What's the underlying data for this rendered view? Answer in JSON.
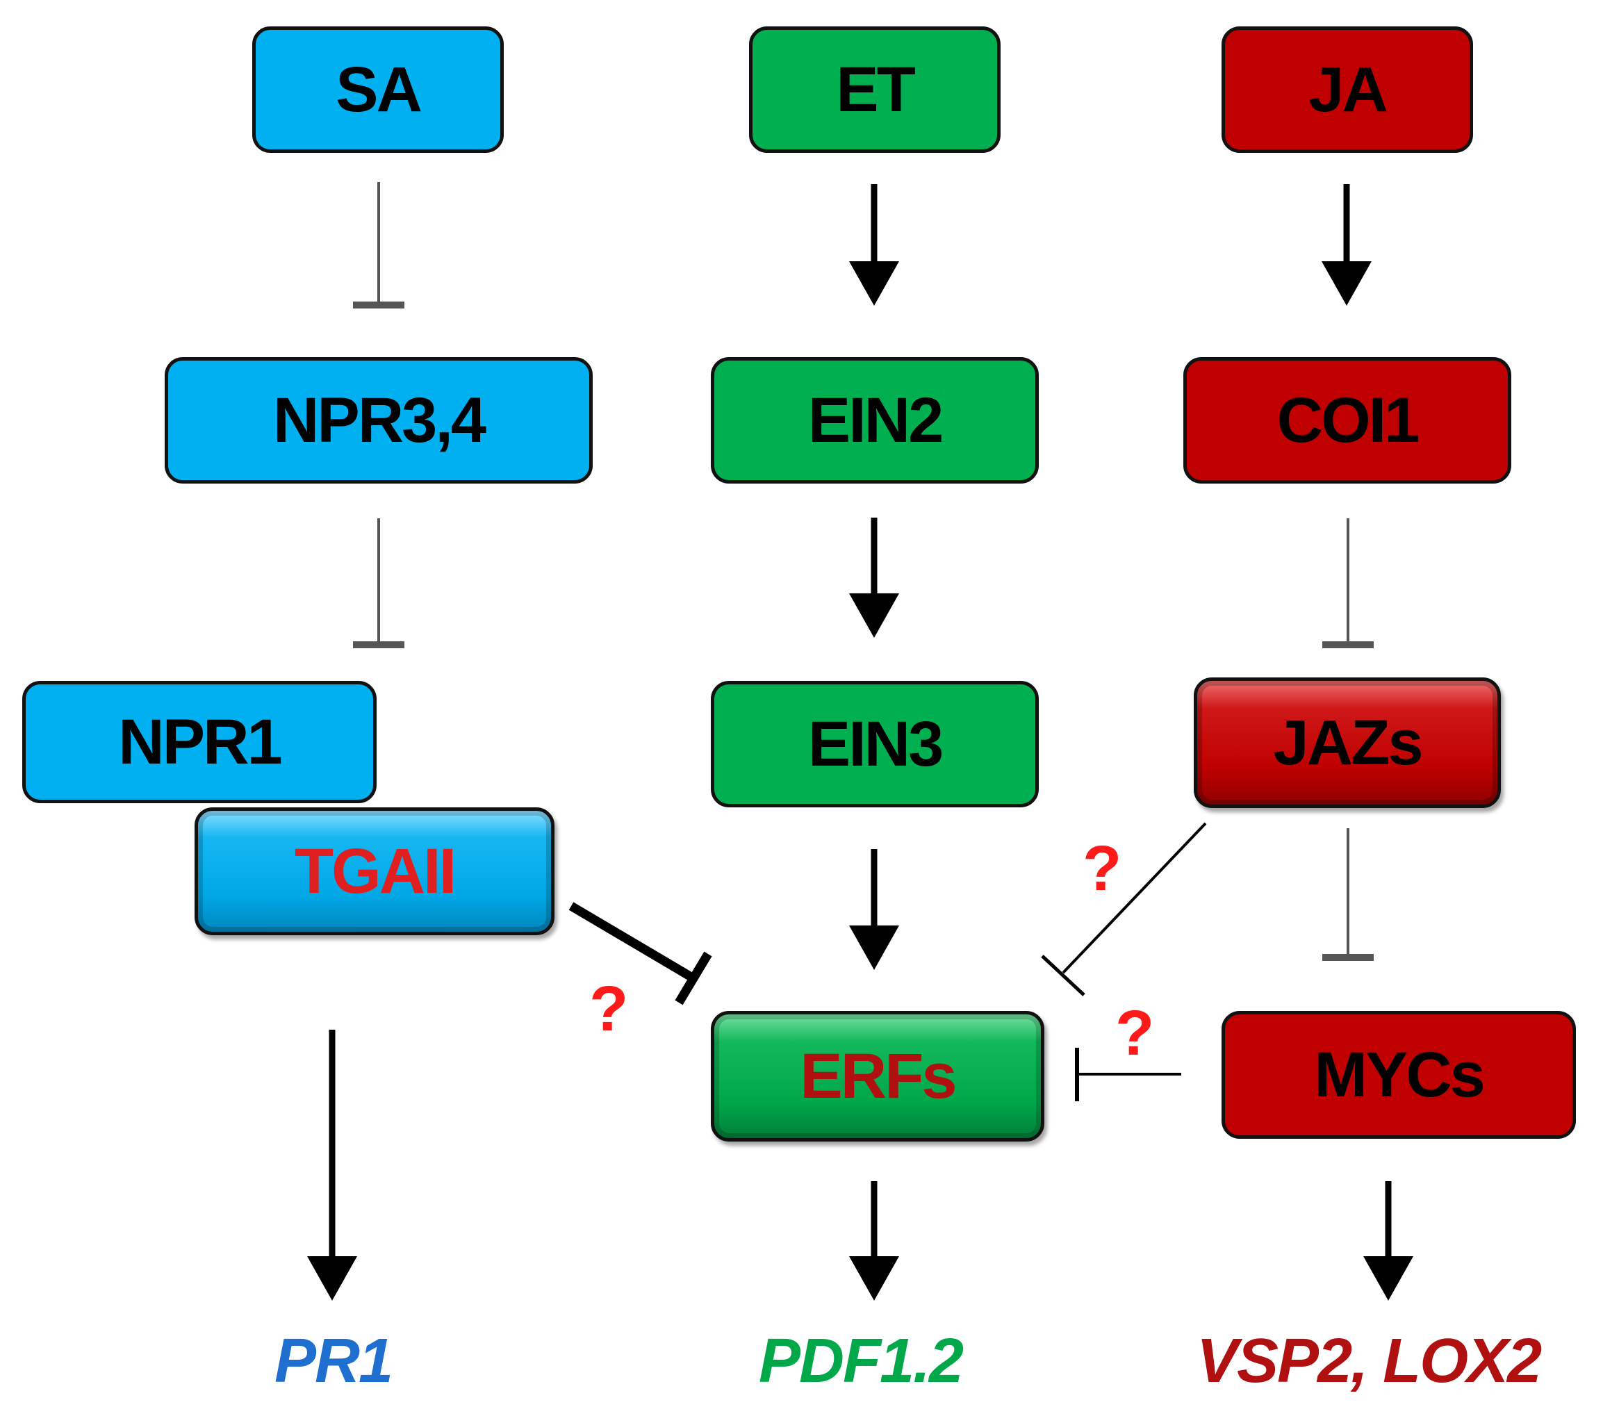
{
  "nodes": {
    "sa": "SA",
    "et": "ET",
    "ja": "JA",
    "npr34": "NPR3,4",
    "ein2": "EIN2",
    "coi1": "COI1",
    "npr1": "NPR1",
    "tgaii": "TGAII",
    "ein3": "EIN3",
    "jazs": "JAZs",
    "erfs": "ERFs",
    "mycs": "MYCs"
  },
  "genes": {
    "pr1": "PR1",
    "pdf12": "PDF1.2",
    "vsp2_lox2": "VSP2, LOX2"
  },
  "uncertain_marks": [
    "?",
    "?",
    "?"
  ],
  "colors": {
    "sa_pathway": "#00b0f0",
    "et_pathway": "#00b050",
    "ja_pathway": "#c00000",
    "pr1_text": "#1f6fd0",
    "pdf12_text": "#00a84a",
    "vsp2_lox2_text": "#b01010",
    "question_mark": "#ff1a1a"
  },
  "edges": [
    {
      "from": "SA",
      "to": "NPR3,4",
      "type": "inhibit"
    },
    {
      "from": "NPR3,4",
      "to": "NPR1",
      "type": "inhibit"
    },
    {
      "from": "TGAII",
      "to": "PR1",
      "type": "activate"
    },
    {
      "from": "TGAII",
      "to": "ERFs",
      "type": "inhibit",
      "uncertain": true
    },
    {
      "from": "ET",
      "to": "EIN2",
      "type": "activate"
    },
    {
      "from": "EIN2",
      "to": "EIN3",
      "type": "activate"
    },
    {
      "from": "EIN3",
      "to": "ERFs",
      "type": "activate"
    },
    {
      "from": "ERFs",
      "to": "PDF1.2",
      "type": "activate"
    },
    {
      "from": "JA",
      "to": "COI1",
      "type": "activate"
    },
    {
      "from": "COI1",
      "to": "JAZs",
      "type": "inhibit"
    },
    {
      "from": "JAZs",
      "to": "MYCs",
      "type": "inhibit"
    },
    {
      "from": "JAZs",
      "to": "ERFs",
      "type": "inhibit",
      "uncertain": true
    },
    {
      "from": "MYCs",
      "to": "ERFs",
      "type": "inhibit",
      "uncertain": true
    },
    {
      "from": "MYCs",
      "to": "VSP2, LOX2",
      "type": "activate"
    }
  ]
}
